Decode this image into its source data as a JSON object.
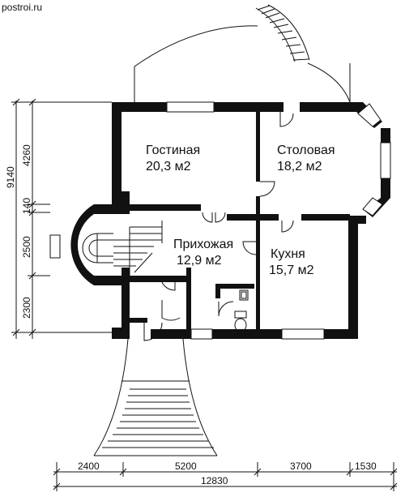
{
  "site": {
    "label": "postroi.ru"
  },
  "rooms": [
    {
      "id": "living",
      "name": "Гостиная",
      "area": "20,3 м2"
    },
    {
      "id": "dining",
      "name": "Столовая",
      "area": "18,2 м2"
    },
    {
      "id": "hall",
      "name": "Прихожая",
      "area": "12,9 м2"
    },
    {
      "id": "kitchen",
      "name": "Кухня",
      "area": "15,7 м2"
    }
  ],
  "dimensions": {
    "left_total": "9140",
    "left_parts": [
      "4260",
      "140",
      "2500",
      "2300"
    ],
    "bottom_parts": [
      "2400",
      "5200",
      "3700",
      "1530"
    ],
    "bottom_total": "12830"
  }
}
